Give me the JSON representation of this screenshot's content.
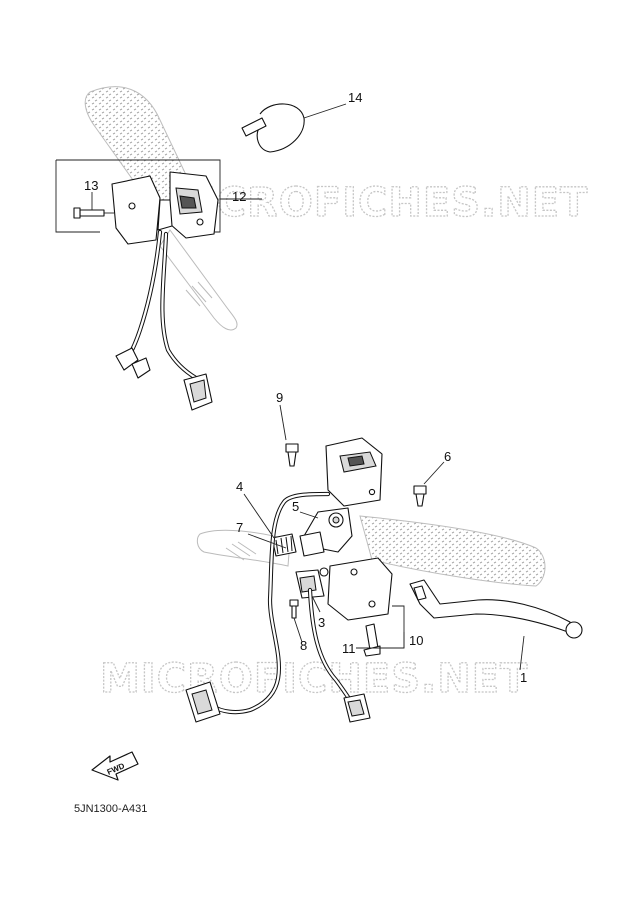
{
  "watermark_text": "MICROFICHES.NET",
  "diagram_code": "5JN1300-A431",
  "fwd_label": "FWD",
  "callouts": {
    "c1": "1",
    "c3": "3",
    "c4": "4",
    "c5": "5",
    "c6": "6",
    "c7": "7",
    "c8": "8",
    "c9": "9",
    "c10": "10",
    "c11": "11",
    "c12": "12",
    "c13": "13",
    "c14": "14"
  },
  "colors": {
    "line": "#111111",
    "watermark": "#c6c6c6",
    "grip": "#bdbdbd"
  }
}
